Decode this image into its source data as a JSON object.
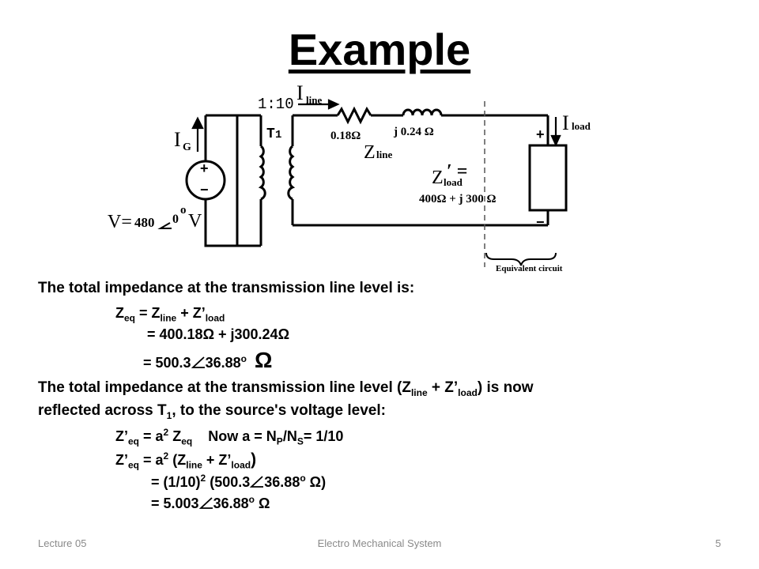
{
  "slide": {
    "title": "Example",
    "footer": {
      "left": "Lecture 05",
      "center": "Electro Mechanical System",
      "right": "5"
    }
  },
  "circuit": {
    "ratio": "1:10",
    "i_line": "I",
    "i_line_sub": "line",
    "i_load": "I",
    "i_load_sub": "load",
    "i_g": "I",
    "i_g_sub": "G",
    "t1": "T",
    "t1_sub": "1",
    "r_line": "0.18Ω",
    "x_line": "j 0.24 Ω",
    "z_line": "Z",
    "z_line_sub": "line",
    "z_load": "Z",
    "z_load_sub": "load",
    "z_load_eq": "′ =",
    "z_load_value": "400Ω + j 300 Ω",
    "plus": "+",
    "minus": "−",
    "src_plus": "+",
    "src_minus": "−",
    "v_label": "V=",
    "v_value": "480",
    "v_angle": "0",
    "v_deg": "o",
    "v_unit": "V",
    "equiv": "Equivalent circuit"
  },
  "text": {
    "l1": "The total impedance at the transmission line level is:",
    "l2": {
      "a": "Z",
      "a_sub": "eq",
      "b": " = Z",
      "b_sub": "line",
      "c": " + Z’",
      "c_sub": "load"
    },
    "l3": "= 400.18Ω  + j300.24Ω",
    "l4": {
      "a": "= 500.3",
      "b": "36.88",
      "sup": "o",
      "omega": "Ω"
    },
    "l5": {
      "a": "The total impedance at the transmission line level (Z",
      "a_sub": "line",
      "b": " + Z’",
      "b_sub": "load",
      "c": ") is now"
    },
    "l6": {
      "a": "reflected across T",
      "a_sub": "1",
      "b": ", to the source's voltage level:"
    },
    "l7": {
      "a": "Z’",
      "a_sub": "eq",
      "b": " = a",
      "b_sup": "2",
      "c": " Z",
      "c_sub": "eq",
      "d": "Now  a = N",
      "d_sub": "P",
      "e": "/N",
      "e_sub": "S",
      "f": "=  1/10"
    },
    "l8": {
      "a": "Z’",
      "a_sub": "eq",
      "b": " = a",
      "b_sup": "2",
      "c": " (Z",
      "c_sub": "line",
      "d": " + Z’",
      "d_sub": "load",
      "e": ")"
    },
    "l9": {
      "a": "=  (1/10)",
      "a_sup": "2",
      "b": " (500.3",
      "c": "36.88",
      "c_sup": "o",
      "d": " Ω)"
    },
    "l10": {
      "a": "= 5.003",
      "b": "36.88",
      "b_sup": "o",
      "c": " Ω"
    }
  }
}
